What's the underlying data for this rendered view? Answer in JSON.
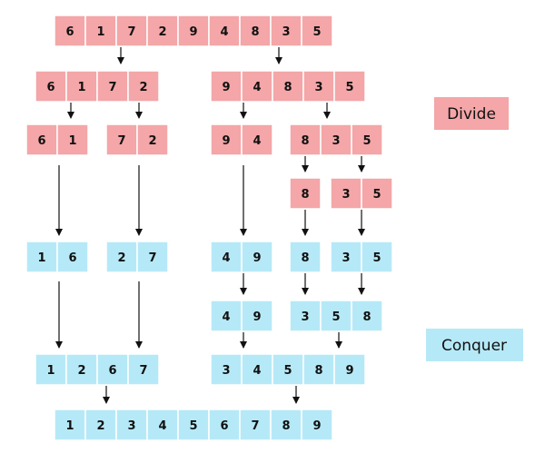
{
  "colors": {
    "divide": "#f4a6a8",
    "conquer": "#b6e9f7",
    "cell_border": "#ffffff",
    "arrow": "#111111"
  },
  "labels": {
    "divide": "Divide",
    "conquer": "Conquer"
  },
  "arrays": {
    "root": [
      "6",
      "1",
      "7",
      "2",
      "9",
      "4",
      "8",
      "3",
      "5"
    ],
    "d1_left": [
      "6",
      "1",
      "7",
      "2"
    ],
    "d1_right": [
      "9",
      "4",
      "8",
      "3",
      "5"
    ],
    "d2_a": [
      "6",
      "1"
    ],
    "d2_b": [
      "7",
      "2"
    ],
    "d2_c": [
      "9",
      "4"
    ],
    "d2_d": [
      "8",
      "3",
      "5"
    ],
    "d3_a": [
      "8"
    ],
    "d3_b": [
      "3",
      "5"
    ],
    "c1_a": [
      "1",
      "6"
    ],
    "c1_b": [
      "2",
      "7"
    ],
    "c1_c": [
      "4",
      "9"
    ],
    "c1_d": [
      "8"
    ],
    "c1_e": [
      "3",
      "5"
    ],
    "c2_a": [
      "4",
      "9"
    ],
    "c2_b": [
      "3",
      "5",
      "8"
    ],
    "c3_left": [
      "1",
      "2",
      "6",
      "7"
    ],
    "c3_right": [
      "3",
      "4",
      "5",
      "8",
      "9"
    ],
    "final": [
      "1",
      "2",
      "3",
      "4",
      "5",
      "6",
      "7",
      "8",
      "9"
    ]
  }
}
